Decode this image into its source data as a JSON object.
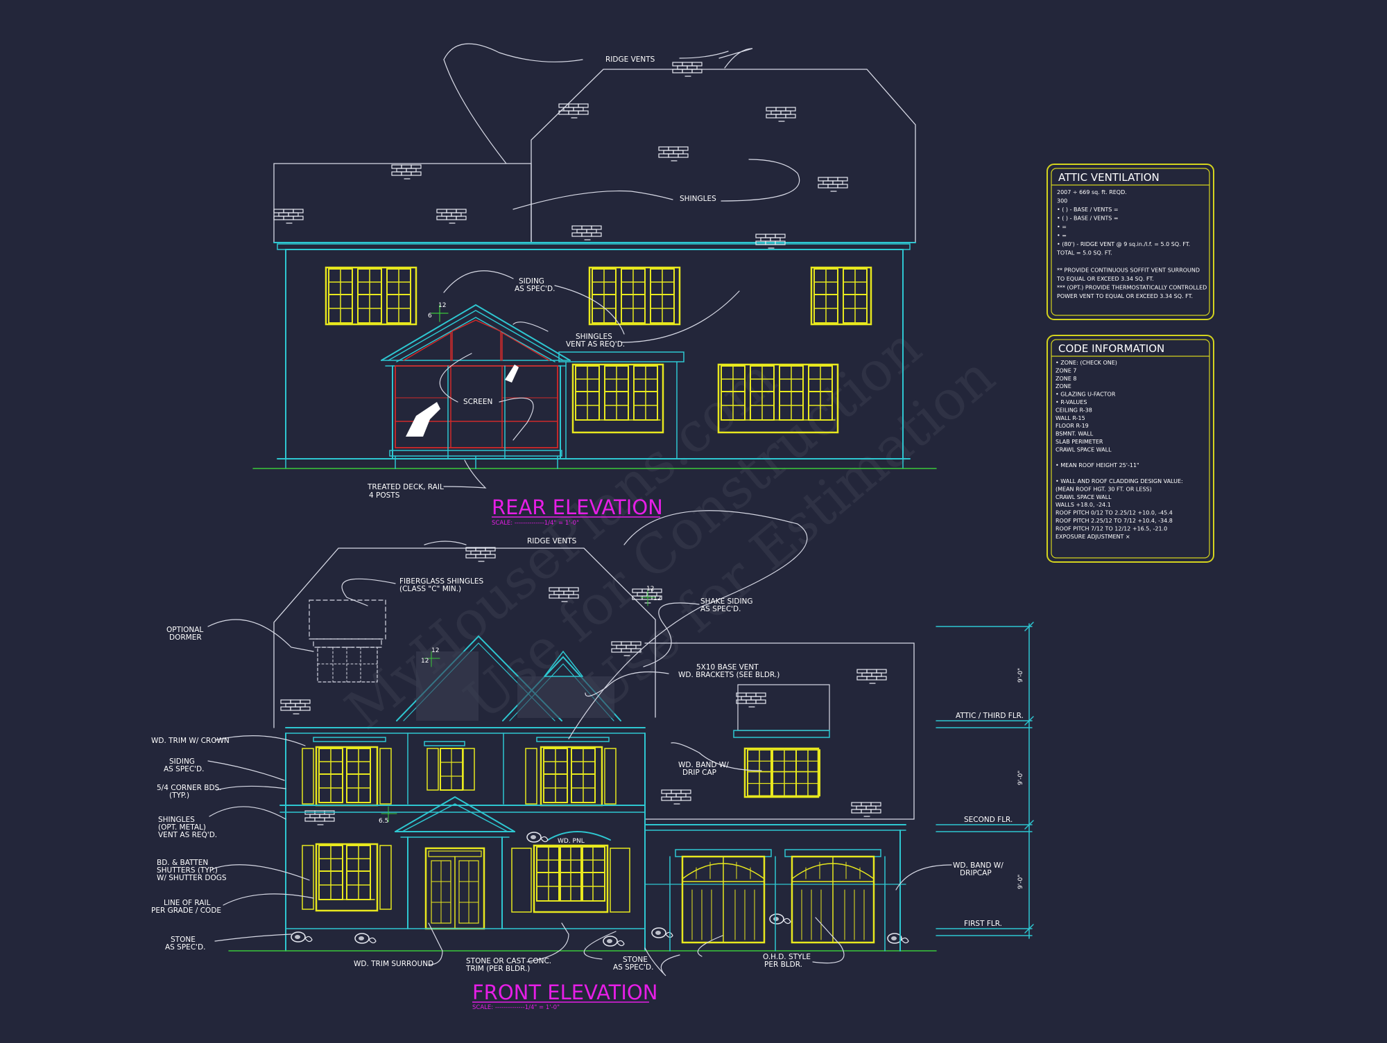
{
  "watermark": {
    "line1": "MyHousePlans.com",
    "line2": "Use for Construction",
    "line3": "Use for Estimation"
  },
  "rear": {
    "title": "REAR ELEVATION",
    "scale": "SCALE: --------------1/4\" = 1'-0\"",
    "labels": {
      "ridge_vents": "RIDGE VENTS",
      "shingles": "SHINGLES",
      "siding_1": "SIDING",
      "siding_2": "AS SPEC'D.",
      "shingles_vent_1": "SHINGLES",
      "shingles_vent_2": "VENT AS REQ'D.",
      "screen": "SCREEN",
      "deck_1": "TREATED DECK, RAIL",
      "deck_2": "4 POSTS",
      "pitch_12": "12",
      "pitch_6": "6"
    }
  },
  "front": {
    "title": "FRONT ELEVATION",
    "scale": "SCALE: --------------1/4\" = 1'-0\"",
    "labels": {
      "ridge_vents": "RIDGE VENTS",
      "fiberglass_1": "FIBERGLASS SHINGLES",
      "fiberglass_2": "(CLASS \"C\" MIN.)",
      "dormer_1": "OPTIONAL",
      "dormer_2": "DORMER",
      "shake_1": "SHAKE SIDING",
      "shake_2": "AS SPEC'D.",
      "base_vent_1": "5X10 BASE VENT",
      "base_vent_2": "WD. BRACKETS (SEE BLDR.)",
      "trim_crown": "WD. TRIM W/ CROWN",
      "siding_1": "SIDING",
      "siding_2": "AS SPEC'D.",
      "corner_1": "5/4 CORNER BDS.",
      "corner_2": "(TYP.)",
      "shingles_1": "SHINGLES",
      "shingles_2": "(OPT. METAL)",
      "shingles_3": "VENT AS REQ'D.",
      "shutters_1": "BD. & BATTEN",
      "shutters_2": "SHUTTERS (TYP.)",
      "shutters_3": "W/ SHUTTER DOGS",
      "rail_1": "LINE OF RAIL",
      "rail_2": "PER GRADE / CODE",
      "stone_1": "STONE",
      "stone_2": "AS SPEC'D.",
      "wd_trim_surround": "WD. TRIM SURROUND",
      "stone_cast_1": "STONE OR CAST CONC.",
      "stone_cast_2": "TRIM (PER BLDR.)",
      "stone_spec_1": "STONE",
      "stone_spec_2": "AS SPEC'D.",
      "ohd_1": "O.H.D. STYLE",
      "ohd_2": "PER BLDR.",
      "band_drip_1": "WD. BAND W/",
      "band_drip_2": "DRIP CAP",
      "band_dripcap_1": "WD. BAND W/",
      "band_dripcap_2": "DRIPCAP",
      "wd_pnl": "WD. PNL",
      "attic_flr": "ATTIC / THIRD FLR.",
      "second_flr": "SECOND FLR.",
      "first_flr": "FIRST FLR.",
      "dim_9": "9'-0\"",
      "pitch_12a": "12",
      "pitch_12b": "12",
      "pitch_12c": "12",
      "pitch_12d": "12",
      "pitch_65": "6.5"
    }
  },
  "attic_ventilation": {
    "title": "ATTIC VENTILATION",
    "lines": [
      "2007 ÷ 669 sq. ft. REQD.",
      "300",
      "• (    ) -          BASE   /    VENTS   =",
      "• (    ) -          BASE   /    VENTS   =",
      "•                                              =",
      "•                                              =",
      "• (80') - RIDGE VENT @ 9 sq.in./l.f. = 5.0 SQ. FT.",
      "                                  TOTAL       = 5.0 SQ. FT.",
      "",
      "** PROVIDE CONTINUOUS SOFFIT VENT SURROUND",
      "   TO EQUAL OR EXCEED  3.34 SQ. FT.",
      "*** (OPT.) PROVIDE THERMOSTATICALLY CONTROLLED",
      "   POWER VENT TO EQUAL OR EXCEED  3.34 SQ. FT."
    ]
  },
  "code_information": {
    "title": "CODE INFORMATION",
    "lines": [
      "• ZONE: (CHECK ONE)",
      "      ZONE 7",
      "      ZONE 8",
      "      ZONE",
      "• GLAZING U-FACTOR",
      "• R-VALUES",
      "      CEILING              R-38",
      "      WALL                 R-15",
      "      FLOOR                R-19",
      "      BSMNT. WALL",
      "      SLAB PERIMETER",
      "      CRAWL SPACE WALL",
      "",
      "• MEAN ROOF HEIGHT  25'-11\"",
      "",
      "• WALL AND ROOF CLADDING DESIGN VALUE:",
      "  (MEAN ROOF HGT. 30 FT. OR LESS)",
      "      CRAWL SPACE WALL",
      "      WALLS                     +18.0, -24.1",
      "      ROOF PITCH 0/12 TO 2.25/12   +10.0, -45.4",
      "      ROOF PITCH 2.25/12 TO 7/12   +10.4, -34.8",
      "      ROOF PITCH 7/12 TO 12/12     +16.5, -21.0",
      "      EXPOSURE ADJUSTMENT          ×"
    ]
  },
  "colors": {
    "background": "#23263a",
    "outline": "#2ec7d1",
    "window": "#e8e81e",
    "linework": "#d8dae6",
    "screen": "#d02a2a",
    "title": "#e61ee6",
    "notes_border": "#d4d41e",
    "ground": "#3ac83a"
  }
}
